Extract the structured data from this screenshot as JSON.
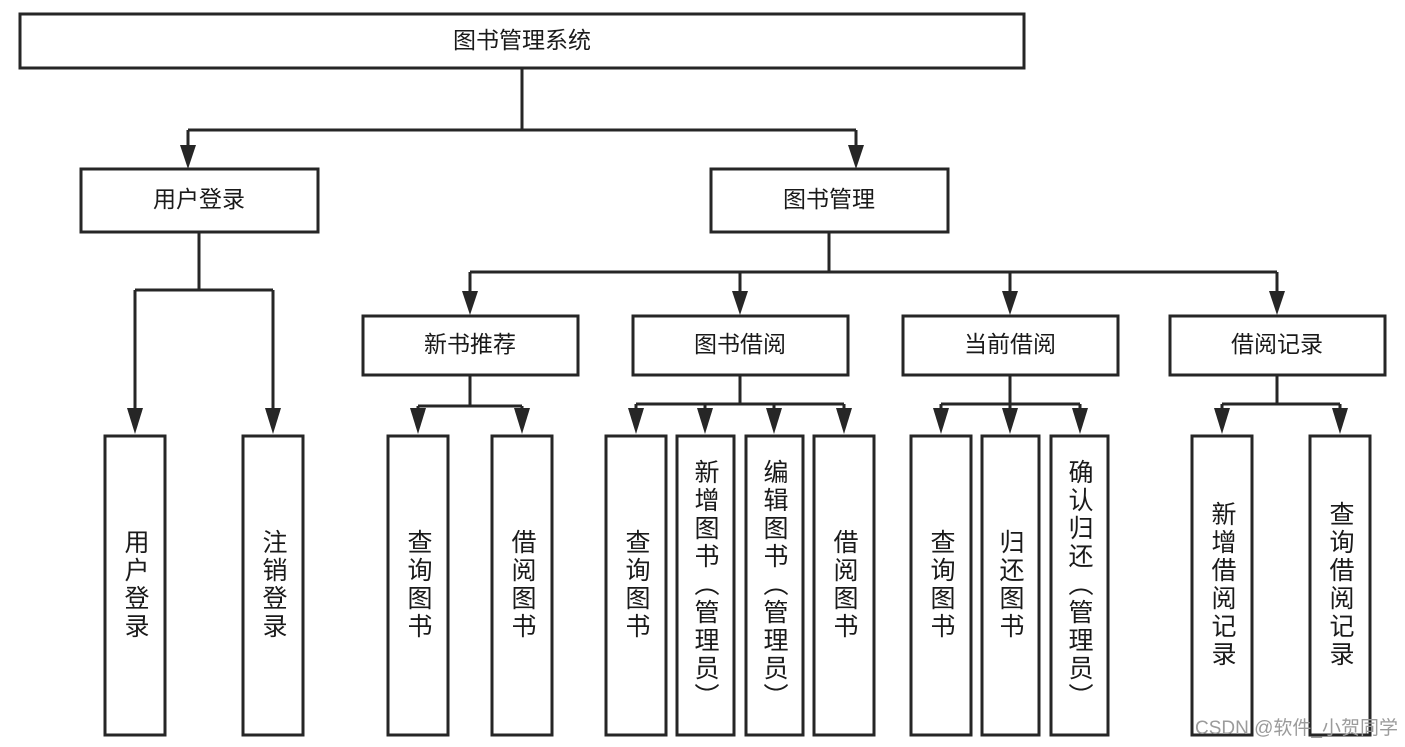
{
  "diagram": {
    "type": "tree-hierarchy-chart",
    "title": "图书管理系统",
    "watermark": "CSDN @软件_小贺同学",
    "colors": {
      "stroke": "#262626",
      "fill": "#ffffff",
      "text": "#1a1a1a",
      "watermark": "#9b9b9b",
      "background": "#ffffff"
    },
    "levels": {
      "root": {
        "label": "图书管理系统"
      },
      "level2": [
        {
          "label": "用户登录"
        },
        {
          "label": "图书管理"
        }
      ],
      "level3": [
        {
          "label": "新书推荐"
        },
        {
          "label": "图书借阅"
        },
        {
          "label": "当前借阅"
        },
        {
          "label": "借阅记录"
        }
      ],
      "leaves": {
        "user_login": [
          {
            "label": "用户登录"
          },
          {
            "label": "注销登录"
          }
        ],
        "new_book_recommend": [
          {
            "label": "查询图书"
          },
          {
            "label": "借阅图书"
          }
        ],
        "book_borrow": [
          {
            "label": "查询图书"
          },
          {
            "label": "新增图书（管理员）"
          },
          {
            "label": "编辑图书（管理员）"
          },
          {
            "label": "借阅图书"
          }
        ],
        "current_borrow": [
          {
            "label": "查询图书"
          },
          {
            "label": "归还图书"
          },
          {
            "label": "确认归还（管理员）"
          }
        ],
        "borrow_record": [
          {
            "label": "新增借阅记录"
          },
          {
            "label": "查询借阅记录"
          }
        ]
      }
    }
  }
}
